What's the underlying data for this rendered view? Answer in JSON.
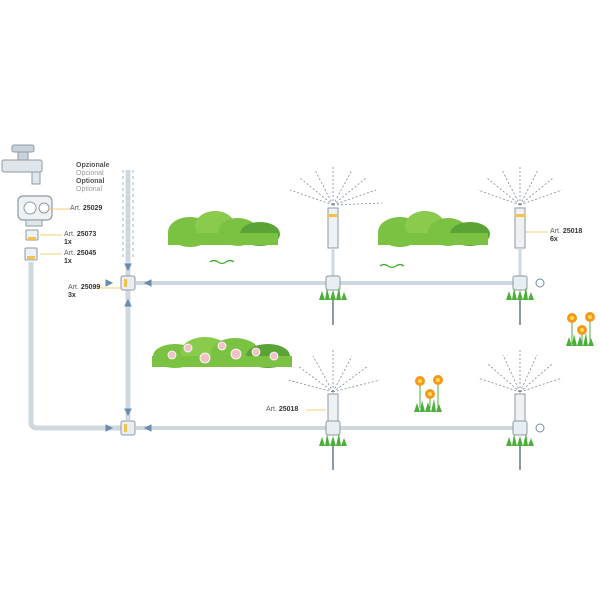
{
  "optional_note": {
    "line1": "Opzionale",
    "line2": "Opcional",
    "line3": "Optional",
    "line4": "Optional"
  },
  "parts": [
    {
      "prefix": "Art.",
      "code": "25029",
      "qty": ""
    },
    {
      "prefix": "Art.",
      "code": "25073",
      "qty": "1x"
    },
    {
      "prefix": "Art.",
      "code": "25045",
      "qty": "1x"
    },
    {
      "prefix": "Art.",
      "code": "25099",
      "qty": "3x"
    },
    {
      "prefix": "Art.",
      "code": "25018",
      "qty": "6x"
    },
    {
      "prefix": "Art.",
      "code": "25018",
      "qty": ""
    }
  ],
  "colors": {
    "pipe": "#cfd8de",
    "accent": "#f2c34b",
    "hedge": "#7cc242",
    "hedge_dark": "#5aa336",
    "grass": "#4caf3a",
    "flower": "#f39a1e",
    "flower_center": "#ffd84d",
    "spray": "#7f8c97",
    "arrow": "#6a8ab0"
  }
}
